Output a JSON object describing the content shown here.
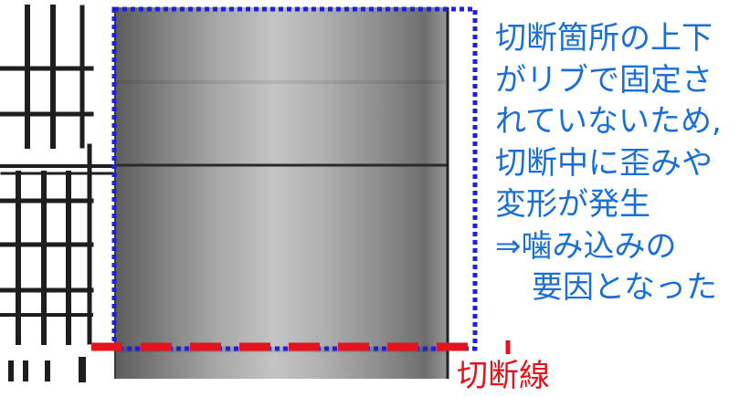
{
  "annotation": {
    "lines": [
      "切断箇所の上下",
      "がリブで固定さ",
      "れていないため,",
      "切断中に歪みや",
      "変形が発生",
      "⇒噛み込みの",
      "要因となった"
    ]
  },
  "cut_line_label": "切断線",
  "colors": {
    "annotation_text": "#1a6fd6",
    "highlight_box": "#1f1fe0",
    "cut_line": "#e4141c",
    "cylinder_dark": "#5a5a5a",
    "cylinder_light": "#c8c8c8",
    "frame": "#1e1e1e"
  }
}
